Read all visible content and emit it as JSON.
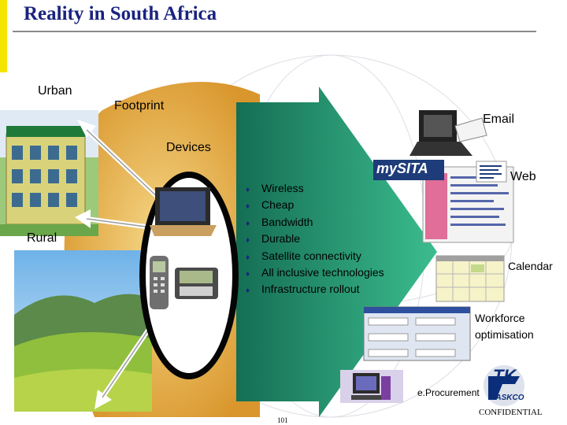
{
  "slide": {
    "title": "Reality in South Africa",
    "labels": {
      "urban": "Urban",
      "footprint": "Footprint",
      "email": "Email",
      "devices": "Devices",
      "web": "Web",
      "rural": "Rural",
      "calendar": "Calendar",
      "workforce_line1": "Workforce",
      "workforce_line2": "optimisation",
      "eprocurement": "e.Procurement"
    },
    "bullets": [
      "Wireless",
      "Cheap",
      "Bandwidth",
      "Durable",
      "Satellite connectivity",
      "All inclusive technologies",
      "Infrastructure rollout"
    ],
    "logo_mysita": "mySITA",
    "logo_taskco_mark": "TK",
    "logo_taskco": "TASKCO",
    "footer": {
      "confidential": "CONFIDENTIAL",
      "page_number": "101"
    },
    "colors": {
      "title": "#1a237e",
      "arrow": "#1e9b73",
      "footprint": "#e4aa38",
      "accent_bar": "#f5e400"
    }
  }
}
